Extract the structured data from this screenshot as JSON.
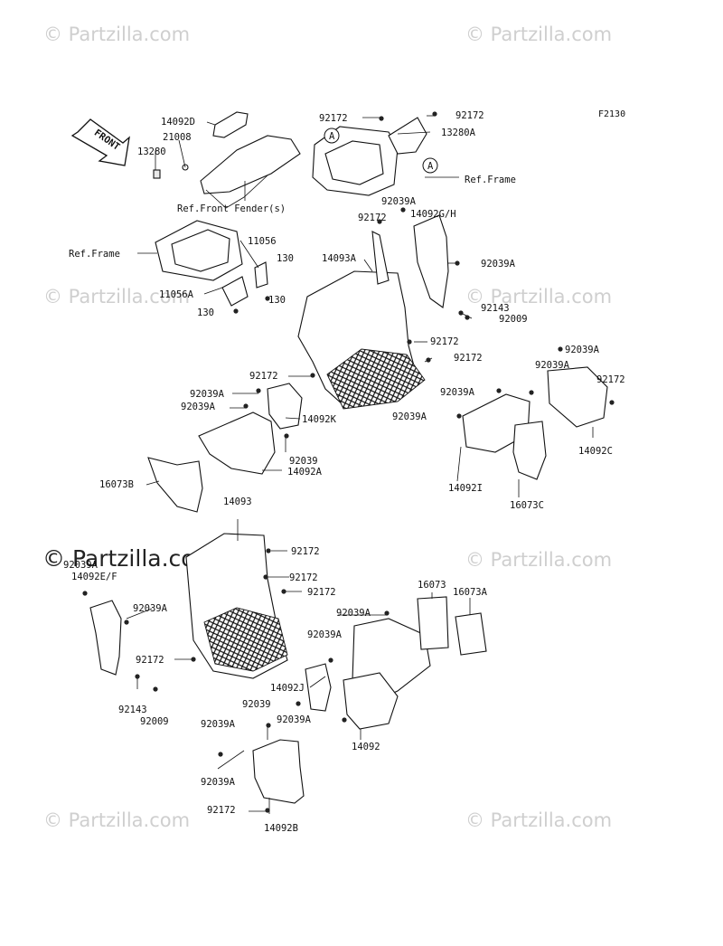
{
  "figure_code": "F2130",
  "front_marker": "FRONT",
  "watermarks": [
    "© Partzilla.com",
    "© Partzilla.com",
    "© Partzilla.com",
    "© Partzilla.com",
    "© Partzilla.com",
    "© Partzilla.com",
    "© Partzilla.com",
    "© Partzilla.com"
  ],
  "labels": {
    "l01": "14092D",
    "l02": "21008",
    "l03": "13280",
    "l04": "Ref.Front Fender(s)",
    "l05": "92172",
    "l06": "92172",
    "l07": "13280A",
    "l08": "A",
    "l09": "A",
    "l10": "Ref.Frame",
    "l11": "92039A",
    "l12": "92172",
    "l13": "14092G/H",
    "l14": "92039A",
    "l15": "Ref.Frame",
    "l16": "11056",
    "l17": "130",
    "l18": "11056A",
    "l19": "130",
    "l20": "130",
    "l21": "14093A",
    "l22": "92143",
    "l23": "92009",
    "l24": "92172",
    "l25": "92172",
    "l26": "92172",
    "l27": "92039A",
    "l28": "92039A",
    "l29": "14092K",
    "l30": "92039",
    "l31": "14092A",
    "l32": "16073B",
    "l33": "92039A",
    "l34": "92039A",
    "l35": "92172",
    "l36": "92039A",
    "l37": "92039A",
    "l38": "14092C",
    "l39": "14092I",
    "l40": "16073C",
    "l41": "14093",
    "l42": "92172",
    "l43": "92039A",
    "l44": "14092E/F",
    "l45": "92172",
    "l46": "92172",
    "l47": "92039A",
    "l48": "16073",
    "l49": "16073A",
    "l50": "92039A",
    "l51": "92039A",
    "l52": "92172",
    "l53": "92143",
    "l54": "92009",
    "l55": "14092J",
    "l56": "92039",
    "l57": "92039A",
    "l58": "92039A",
    "l59": "14092",
    "l60": "92039A",
    "l61": "92172",
    "l62": "14092B"
  }
}
